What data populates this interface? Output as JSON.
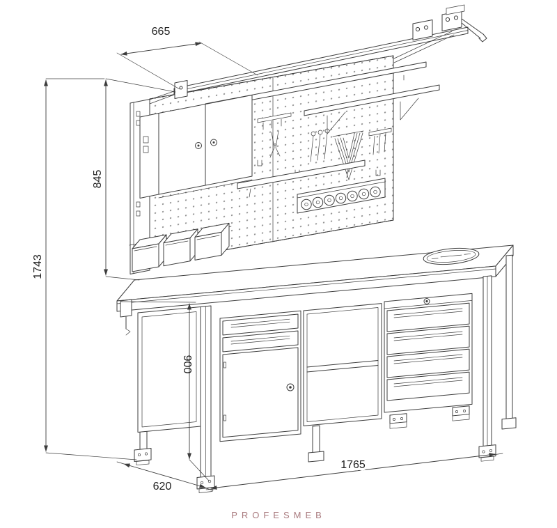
{
  "meta": {
    "colors": {
      "line": "#3c3c3c",
      "brand": "#a8797d",
      "dots": "#8f8f8f",
      "bg": "#ffffff"
    }
  },
  "dimensions": {
    "top_depth": "665",
    "pegboard_height": "845",
    "total_height": "1743",
    "worktop_height": "900",
    "bench_depth": "620",
    "bench_width": "1765"
  },
  "footer": {
    "brand": "PROFESMEB"
  }
}
